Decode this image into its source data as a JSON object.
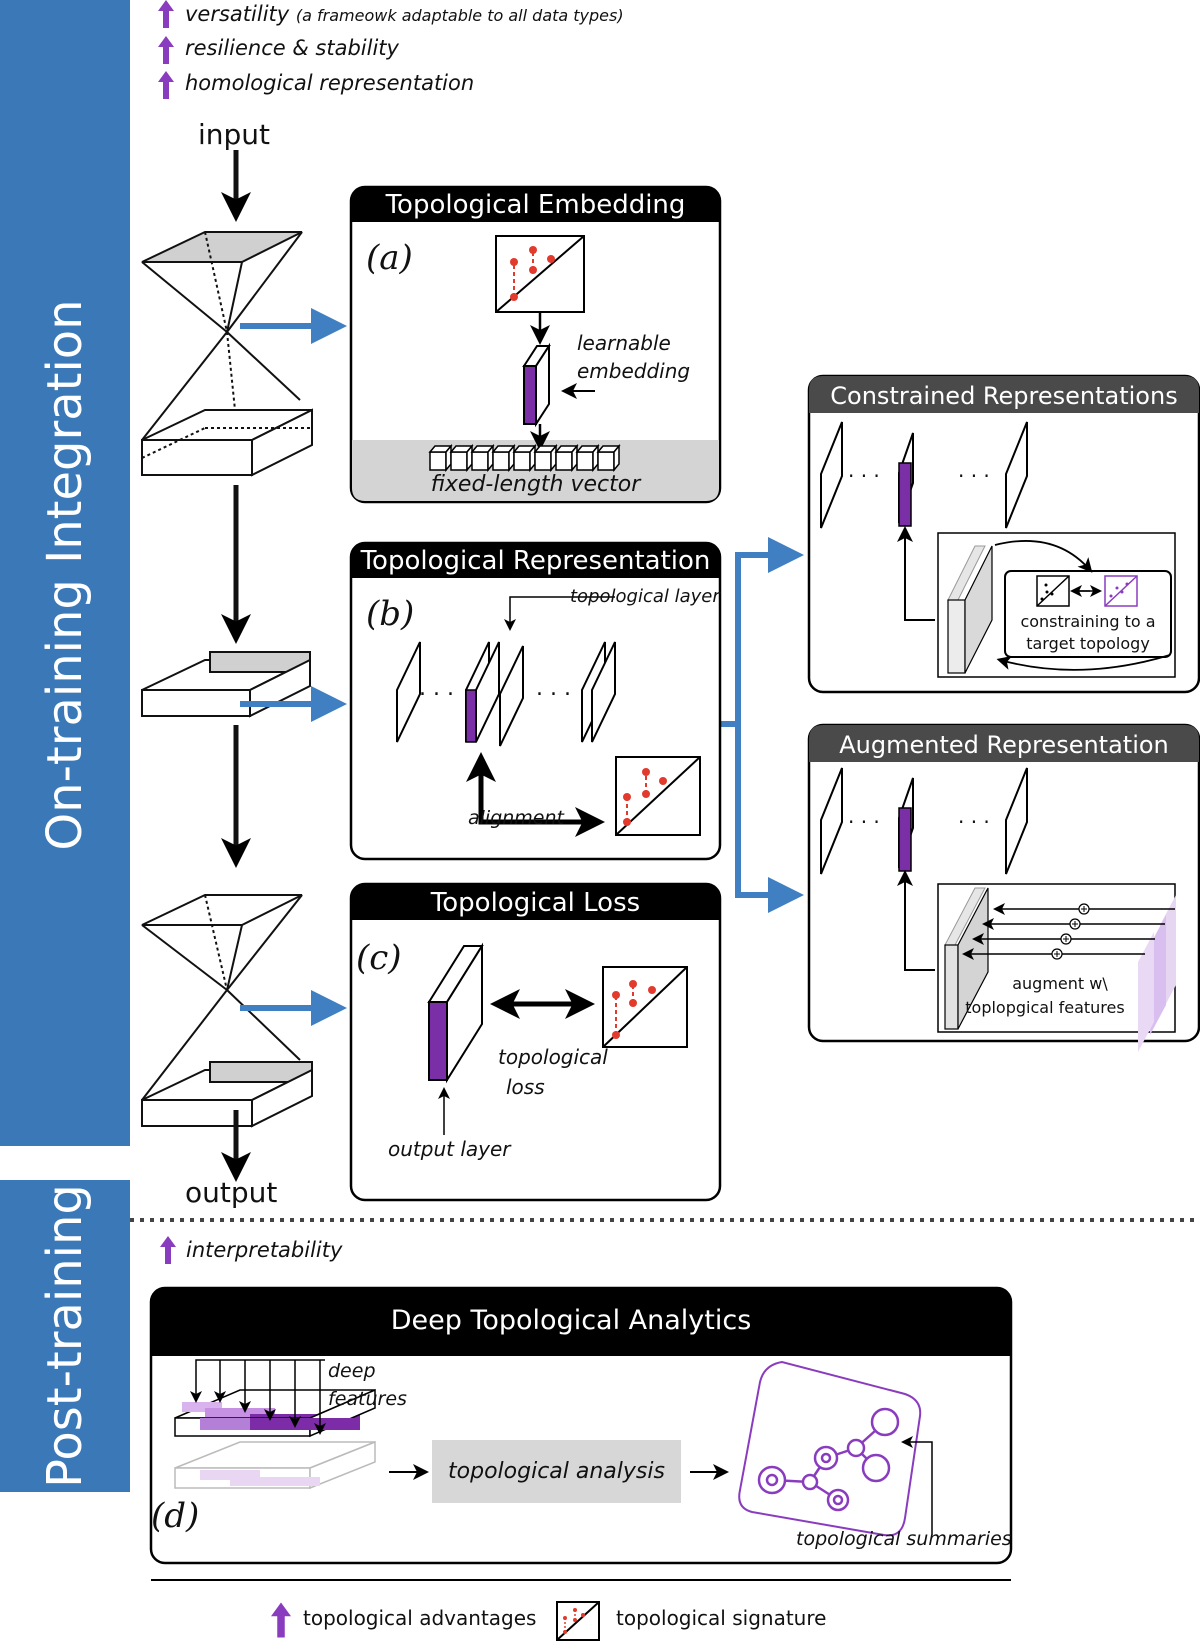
{
  "sections": {
    "on_training": "On-training  Integration",
    "post_training": "Post-training"
  },
  "advantages": {
    "versatility": "versatility",
    "versatility_note": "(a frameowk adaptable to all data types)",
    "resilience": "resilience & stability",
    "homological": "homological representation",
    "interpretability": "interpretability"
  },
  "network": {
    "input": "input",
    "output": "output"
  },
  "panel_a": {
    "title": "Topological Embedding",
    "label": "(a)",
    "learnable": "learnable",
    "embedding": "embedding",
    "vector": "fixed-length vector"
  },
  "panel_b": {
    "title": "Topological Representation",
    "label": "(b)",
    "layer": "topological layer",
    "alignment": "alignment",
    "dots1": ". . .",
    "dots2": ". . ."
  },
  "panel_c": {
    "title": "Topological Loss",
    "label": "(c)",
    "loss1": "topological",
    "loss2": "loss",
    "output_layer": "output layer"
  },
  "constrained": {
    "title": "Constrained Representations",
    "text1": "constraining to a",
    "text2": "target topology",
    "dots": ". . ."
  },
  "augmented": {
    "title": "Augmented Representation",
    "text1": "augment w\\",
    "text2": "toplopgical features",
    "dots": ". . ."
  },
  "panel_d": {
    "title": "Deep Topological  Analytics",
    "label": "(d)",
    "deep": "deep",
    "features": "features",
    "analysis": "topological analysis",
    "summaries": "topological summaries"
  },
  "legend": {
    "advantages": "topological advantages",
    "signature": "topological signature"
  },
  "colors": {
    "band": "#3a78b8",
    "arrow_blue": "#3f7fc2",
    "purple": "#7b2fa6",
    "red": "#e23b2e",
    "header": "#000000",
    "header_gray": "#4a4a4a"
  }
}
